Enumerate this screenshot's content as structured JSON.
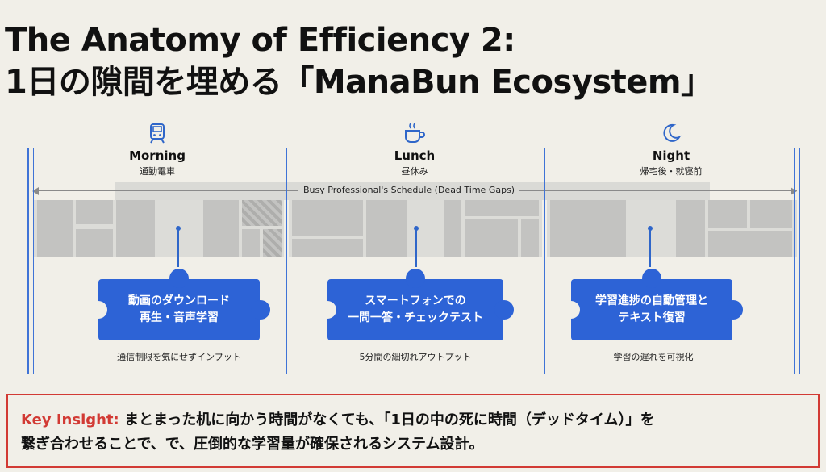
{
  "title": {
    "line1": "The Anatomy of Efficiency 2:",
    "line2": "1日の隙間を埋める「ManaBun Ecosystem」"
  },
  "timeline": {
    "label": "Busy Professional's Schedule (Dead Time Gaps)"
  },
  "phases": [
    {
      "en": "Morning",
      "ja": "通勤電車",
      "icon": "train-icon",
      "piece_line1": "動画のダウンロード",
      "piece_line2": "再生・音声学習",
      "caption": "通信制限を気にせずインプット"
    },
    {
      "en": "Lunch",
      "ja": "昼休み",
      "icon": "coffee-cup-icon",
      "piece_line1": "スマートフォンでの",
      "piece_line2": "一問一答・チェックテスト",
      "caption": "5分間の細切れアウトプット"
    },
    {
      "en": "Night",
      "ja": "帰宅後・就寝前",
      "icon": "moon-icon",
      "piece_line1": "学習進捗の自動管理と",
      "piece_line2": "テキスト復習",
      "caption": "学習の遅れを可視化"
    }
  ],
  "insight": {
    "keyword": "Key Insight:",
    "text_line1": "まとまった机に向かう時間がなくても、「1日の中の死に時間（デッドタイム）」を",
    "text_line2": "繋ぎ合わせることで、で、圧倒的な学習量が確保されるシステム設計。"
  },
  "colors": {
    "accent": "#2d63d6",
    "alert": "#d23a34",
    "background": "#f1efe8"
  }
}
